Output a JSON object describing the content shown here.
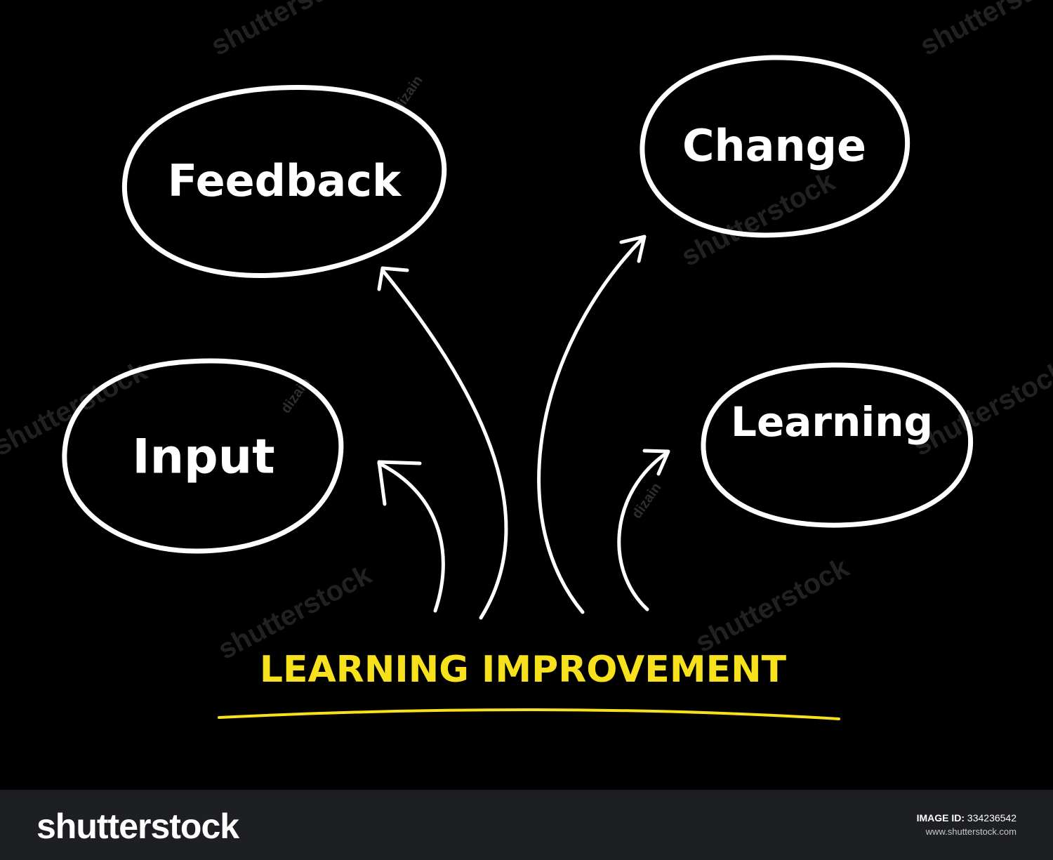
{
  "diagram": {
    "title": "LEARNING IMPROVEMENT",
    "nodes": [
      {
        "id": "feedback",
        "label": "Feedback"
      },
      {
        "id": "change",
        "label": "Change"
      },
      {
        "id": "input",
        "label": "Input"
      },
      {
        "id": "learning",
        "label": "Learning"
      }
    ],
    "edges": [
      {
        "from": "title",
        "to": "input"
      },
      {
        "from": "title",
        "to": "feedback"
      },
      {
        "from": "title",
        "to": "change"
      },
      {
        "from": "title",
        "to": "learning"
      }
    ],
    "colors": {
      "background": "#000000",
      "chalk": "#ffffff",
      "title": "#f7e11c",
      "underline": "#f7e11c"
    }
  },
  "watermark": {
    "text": "shutterstock",
    "author": "dizain"
  },
  "footer": {
    "logo": "shutterstock",
    "image_id_label": "IMAGE ID:",
    "image_id": "334236542",
    "site": "www.shutterstock.com"
  }
}
